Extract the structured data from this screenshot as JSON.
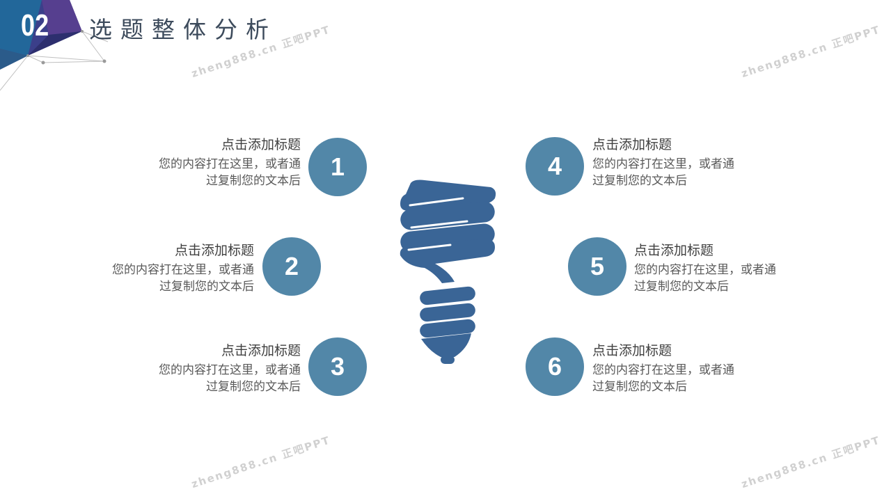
{
  "header": {
    "number": "02",
    "title": "选题整体分析"
  },
  "watermarks": [
    "zheng888.cn 正吧PPT",
    "zheng888.cn 正吧PPT",
    "zheng888.cn 正吧PPT",
    "zheng888.cn 正吧PPT"
  ],
  "items": [
    {
      "number": "1",
      "title": "点击添加标题",
      "line1": "您的内容打在这里，或者通",
      "line2": "过复制您的文本后"
    },
    {
      "number": "2",
      "title": "点击添加标题",
      "line1": "您的内容打在这里，或者通",
      "line2": "过复制您的文本后"
    },
    {
      "number": "3",
      "title": "点击添加标题",
      "line1": "您的内容打在这里，或者通",
      "line2": "过复制您的文本后"
    },
    {
      "number": "4",
      "title": "点击添加标题",
      "line1": "您的内容打在这里，或者通",
      "line2": "过复制您的文本后"
    },
    {
      "number": "5",
      "title": "点击添加标题",
      "line1": "您的内容打在这里，或者通",
      "line2": "过复制您的文本后"
    },
    {
      "number": "6",
      "title": "点击添加标题",
      "line1": "您的内容打在这里，或者通",
      "line2": "过复制您的文本后"
    }
  ],
  "colors": {
    "accent": "#5287a8",
    "bulb": "#3a6596",
    "title_text": "#3d4b5c"
  },
  "icons": {
    "center": "light-bulb-icon"
  }
}
